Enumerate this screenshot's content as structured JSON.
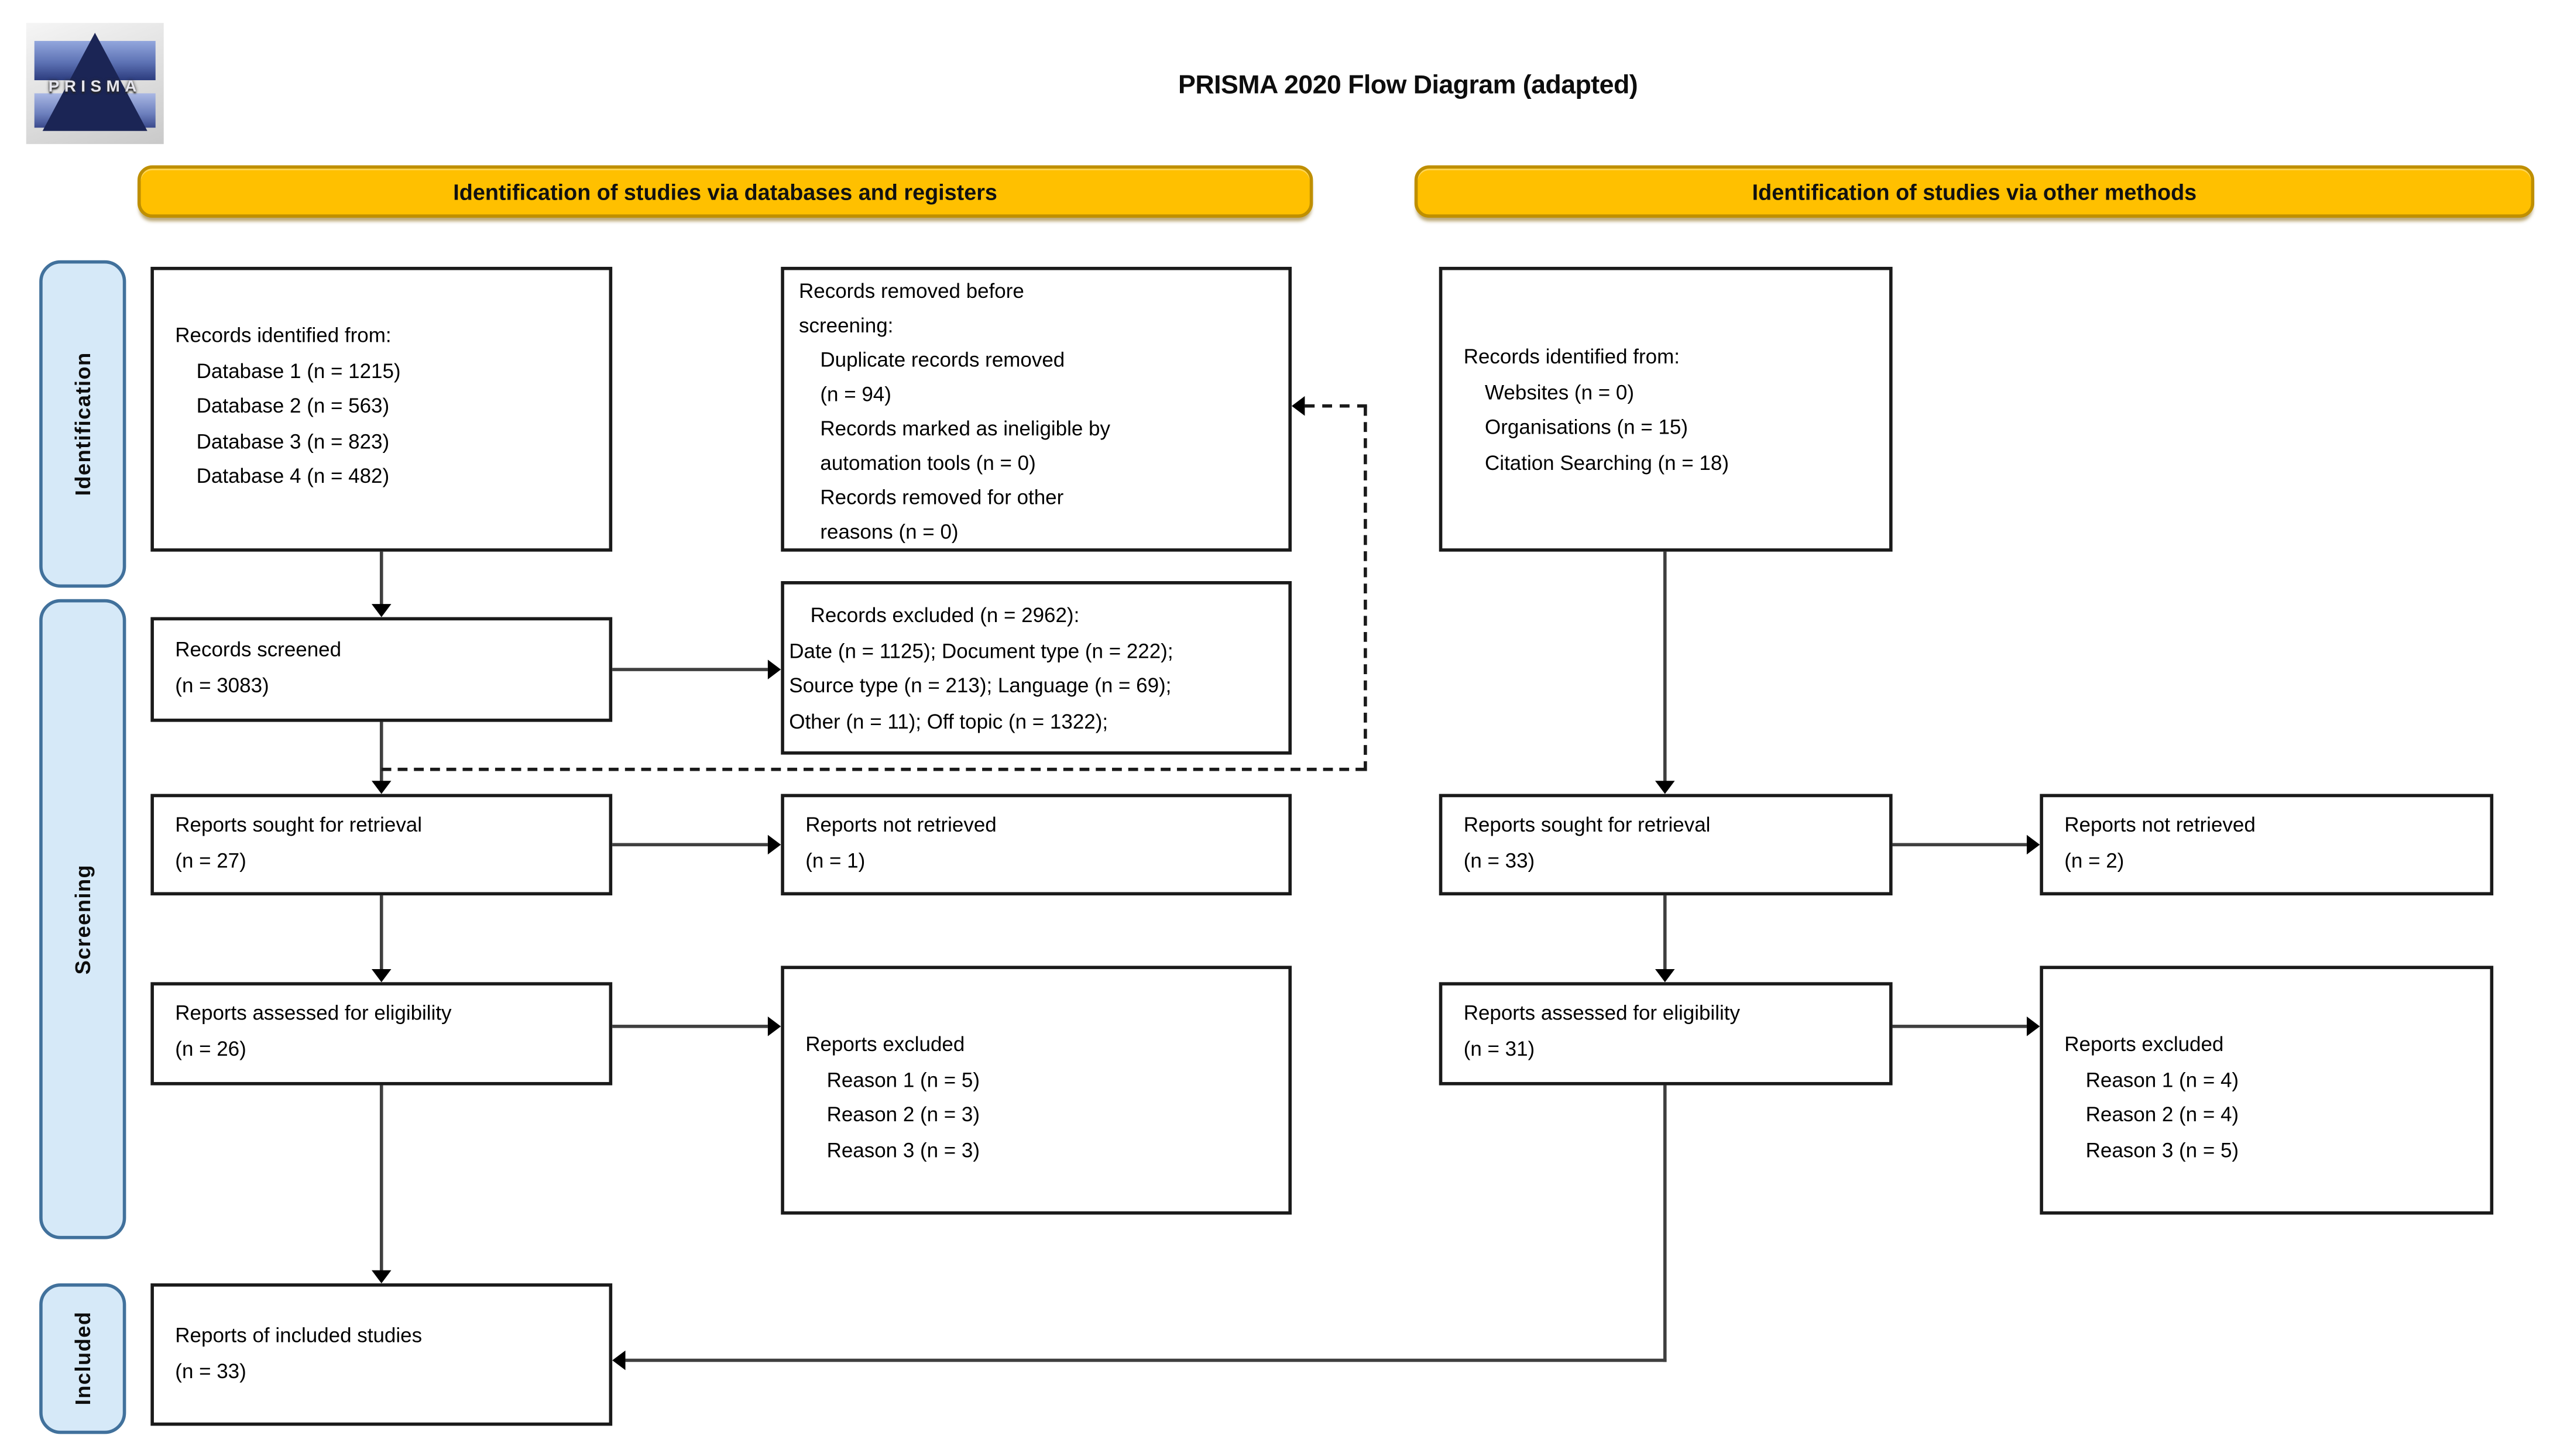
{
  "header": {
    "title": "PRISMA 2020 Flow Diagram (adapted)",
    "logo_text": "PRISMA"
  },
  "banners": {
    "databases": "Identification of studies via databases and registers",
    "other_methods": "Identification of studies via other methods"
  },
  "stages": {
    "identification": "Identification",
    "screening": "Screening",
    "included": "Included"
  },
  "boxes": {
    "records_identified_db": {
      "title": "Records identified from:",
      "lines": [
        "Database 1  (n = 1215)",
        "Database 2  (n = 563)",
        "Database 3  (n = 823)",
        "Database 4  (n = 482)"
      ]
    },
    "records_removed": {
      "lines": [
        "Records removed before",
        "screening:"
      ],
      "sublines": [
        "Duplicate records removed",
        "(n = 94)",
        "Records marked as ineligible by",
        "automation tools  (n = 0)",
        "Records removed for other",
        "reasons  (n = 0)"
      ]
    },
    "records_screened": {
      "lines": [
        "Records screened",
        "(n = 3083)"
      ]
    },
    "records_excluded": {
      "title": "Records excluded  (n = 2962):",
      "lines": [
        "Date  (n = 1125); Document type  (n = 222);",
        "Source type  (n = 213); Language  (n = 69);",
        "Other  (n = 11); Off topic  (n = 1322);"
      ]
    },
    "reports_sought_db": {
      "lines": [
        "Reports sought for retrieval",
        "(n = 27)"
      ]
    },
    "reports_not_retrieved_db": {
      "lines": [
        "Reports not retrieved",
        "(n = 1)"
      ]
    },
    "reports_assessed_db": {
      "lines": [
        "Reports assessed for eligibility",
        "(n = 26)"
      ]
    },
    "reports_excluded_db": {
      "title": "Reports excluded",
      "lines": [
        "Reason 1  (n = 5)",
        "Reason 2  (n = 3)",
        "Reason 3  (n = 3)"
      ]
    },
    "reports_included": {
      "lines": [
        "Reports  of included  studies",
        "(n = 33)"
      ]
    },
    "records_identified_other": {
      "title": "Records identified from:",
      "lines": [
        "Websites (n = 0)",
        "Organisations (n = 15)",
        "Citation Searching  (n = 18)"
      ]
    },
    "reports_sought_other": {
      "lines": [
        "Reports sought  for retrieval",
        "(n = 33)"
      ]
    },
    "reports_not_retrieved_other": {
      "lines": [
        "Reports not retrieved",
        "(n = 2)"
      ]
    },
    "reports_assessed_other": {
      "lines": [
        "Reports assessed for eligibility",
        "(n = 31)"
      ]
    },
    "reports_excluded_other": {
      "title": "Reports  excluded",
      "lines": [
        "Reason 1  (n = 4)",
        "Reason 2  (n = 4)",
        "Reason 3  (n = 5)"
      ]
    }
  },
  "colors": {
    "banner_fill": "#FFC000",
    "banner_border": "#BF8F00",
    "stage_fill": "#D6E9F8",
    "stage_border": "#41719C",
    "box_border": "#1a1a1a",
    "arrow": "#3f3f3f"
  }
}
